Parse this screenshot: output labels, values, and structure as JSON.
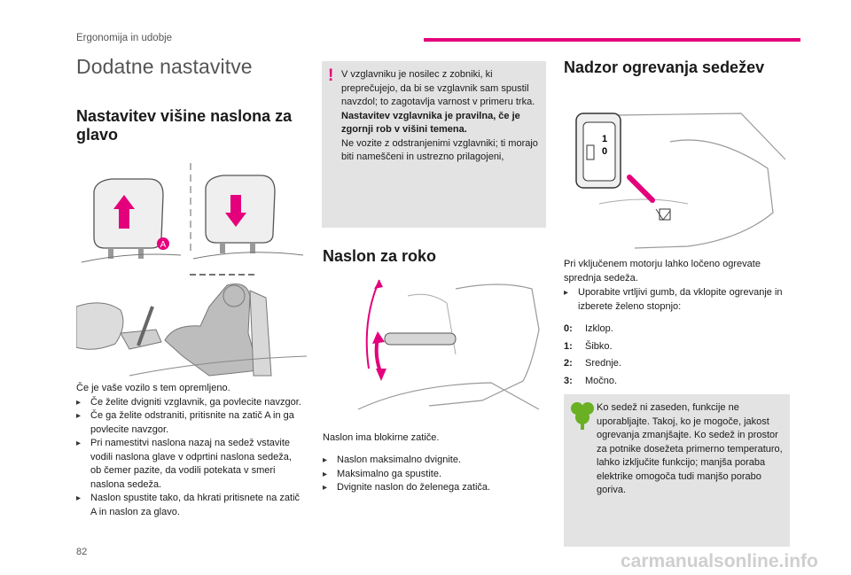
{
  "header": {
    "section_label": "Ergonomija in udobje",
    "page_title": "Dodatne nastavitve"
  },
  "headrest": {
    "title": "Nastavitev višine naslona za glavo",
    "label_a": "A",
    "intro": "Če je vaše vozilo s tem opremljeno.",
    "bullets": [
      "Če želite dvigniti vzglavnik, ga povlecite navzgor.",
      "Če ga želite odstraniti, pritisnite na zatič A in ga povlecite navzgor.",
      "Pri namestitvi naslona nazaj na sedež vstavite vodili naslona glave v odprtini naslona sedeža, ob čemer pazite, da vodili potekata v smeri naslona sedeža.",
      "Naslon spustite tako, da hkrati pritisnete na zatič A in naslon za glavo."
    ]
  },
  "warning": {
    "mark": "!",
    "text1": "V vzglavniku je nosilec z zobniki, ki preprečujejo, da bi se vzglavnik sam spustil navzdol; to zagotavlja varnost v primeru trka.",
    "text_bold": "Nastavitev vzglavnika je pravilna, če je zgornji rob v višini temena.",
    "text2": "Ne vozite z odstranjenimi vzglavniki; ti morajo biti nameščeni in ustrezno prilagojeni,"
  },
  "armrest": {
    "title": "Naslon za roko",
    "intro": "Naslon ima blokirne zatiče.",
    "bullets": [
      "Naslon maksimalno dvignite.",
      "Maksimalno ga spustite.",
      "Dvignite naslon do želenega zatiča."
    ]
  },
  "seat_heating": {
    "title": "Nadzor ogrevanja sedežev",
    "intro": "Pri vključenem motorju lahko ločeno ogrevate sprednja sedeža.",
    "bullet": "Uporabite vrtljivi gumb, da vklopite ogrevanje in izberete želeno stopnjo:",
    "knob_labels": [
      "1",
      "0"
    ],
    "levels": [
      {
        "key": "0:",
        "label": "Izklop."
      },
      {
        "key": "1:",
        "label": "Šibko."
      },
      {
        "key": "2:",
        "label": "Srednje."
      },
      {
        "key": "3:",
        "label": "Močno."
      }
    ],
    "eco_note": "Ko sedež ni zaseden, funkcije ne uporabljajte. Takoj, ko je mogoče, jakost ogrevanja zmanjšajte. Ko sedež in prostor za potnike dosežeta primerno temperaturo, lahko izključite funkcijo; manjša poraba elektrike omogoča tudi manjšo porabo goriva."
  },
  "footer": {
    "page_number": "82",
    "watermark": "carmanualsonline.info"
  },
  "colors": {
    "accent": "#e4007c",
    "eco_green": "#6ab023",
    "box_bg": "#e3e3e3"
  }
}
